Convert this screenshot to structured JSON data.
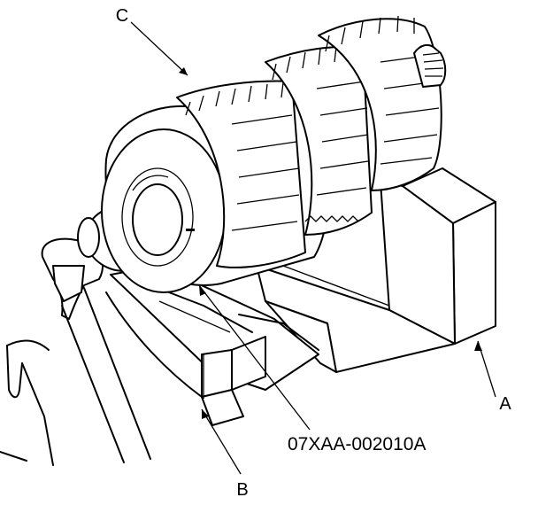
{
  "diagram": {
    "callouts": {
      "a": "A",
      "b": "B",
      "c": "C"
    },
    "part_number": "07XAA-002010A"
  }
}
